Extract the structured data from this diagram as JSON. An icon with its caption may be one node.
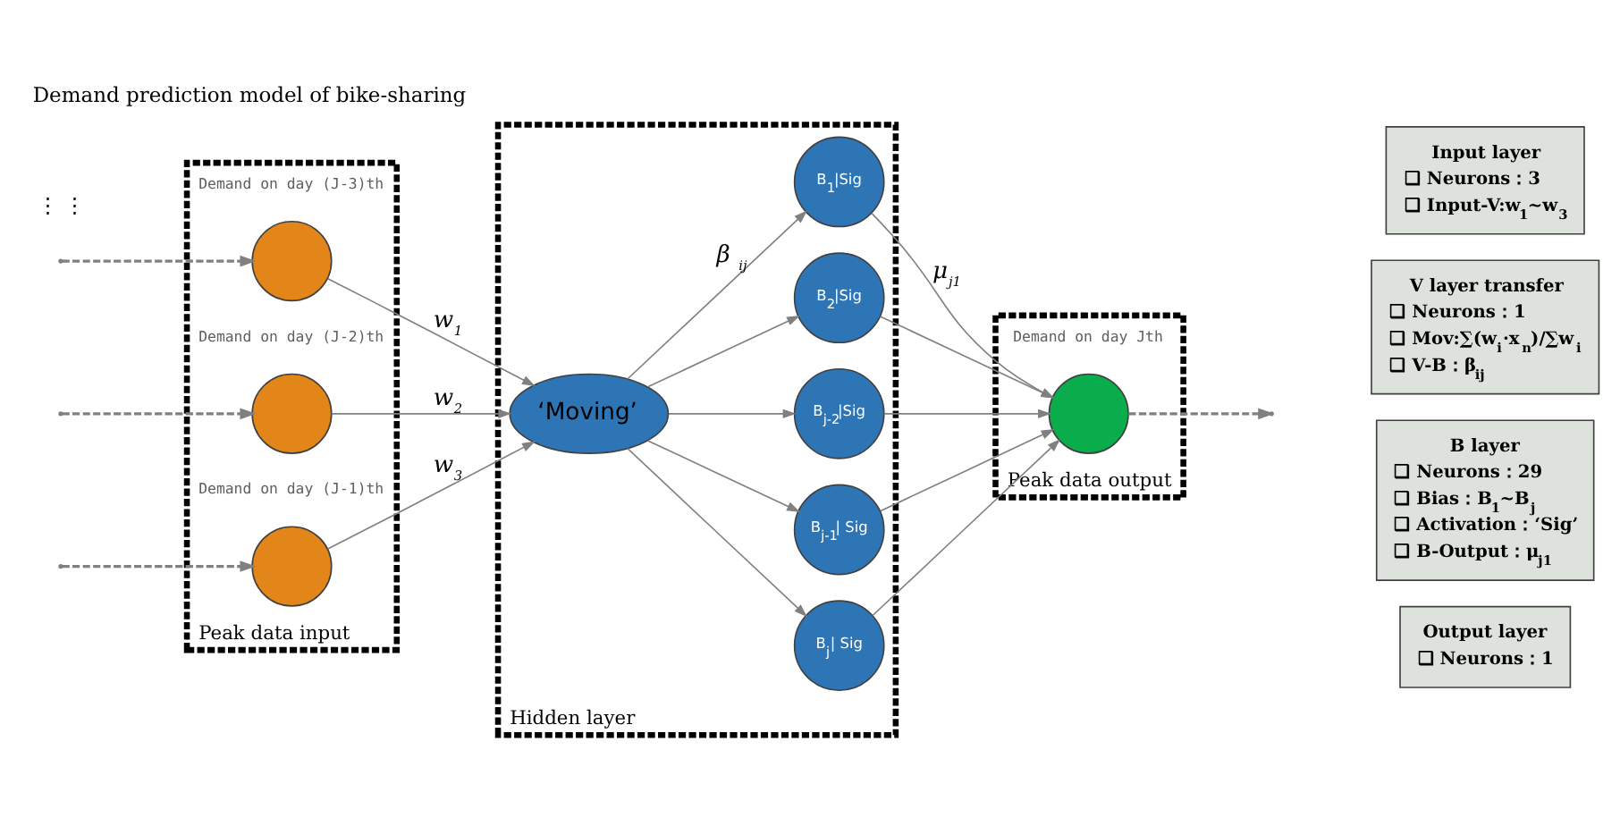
{
  "diagram": {
    "title": "Demand prediction model of bike-sharing",
    "nodes": [
      {
        "text": [
          "Peak data input"
        ]
      },
      {
        "text": [],
        "shape": "circle",
        "in": 0,
        "beside": [
          "Demand on day (J-3)th"
        ]
      },
      {
        "text": [],
        "shape": "circle",
        "in": 0,
        "beside": [
          "Demand on day (J-2)th"
        ]
      },
      {
        "text": [],
        "shape": "circle",
        "in": 0,
        "beside": [
          "Demand on day (J-1)th"
        ]
      },
      {
        "text": [
          "Hidden layer"
        ]
      },
      {
        "text": [
          "‘Moving’"
        ],
        "in": 4
      },
      {
        "text": [
          "B$_{1}$|Sig"
        ],
        "in": 4
      },
      {
        "text": [
          "B$_{2}$|Sig"
        ],
        "in": 4
      },
      {
        "text": [
          "B$_{j-2}$|Sig"
        ],
        "in": 4
      },
      {
        "text": [
          "B$_{j-1}$| Sig"
        ],
        "in": 4
      },
      {
        "text": [
          "B$_{j}$| Sig"
        ],
        "in": 4
      },
      {
        "text": [
          "Peak data output"
        ]
      },
      {
        "text": [],
        "shape": "circle",
        "in": 11,
        "beside": [
          "Demand on day Jth"
        ]
      },
      {
        "text": [
          "Input layer",
          "❑ Neurons：3",
          "❑ Input-V:w$_{1}$~w$_{3}$"
        ]
      },
      {
        "text": [
          "V layer transfer",
          "❑ Neurons：1",
          "❑ Mov:∑(w$_{i}$·x$_{n}$)/∑w$_{i}$",
          "❑ V-B：β$_{ij}$"
        ]
      },
      {
        "text": [
          "B layer",
          "❑ Neurons：29",
          "❑ Bias：B$_{1}$~B$_{j}$",
          "❑ Activation：‘Sig’",
          "❑ B-Output：μ$_{j1}$"
        ]
      },
      {
        "text": [
          "Output layer",
          "❑ Neurons：1"
        ]
      }
    ],
    "edges": [
      {
        "from": null,
        "to": 1,
        "arrow": "to",
        "style": "dashed"
      },
      {
        "from": null,
        "to": 2,
        "arrow": "to",
        "style": "dashed"
      },
      {
        "from": null,
        "to": 3,
        "arrow": "to",
        "style": "dashed"
      },
      {
        "from": 1,
        "to": 5,
        "arrow": "to",
        "label": "w$_{1}$"
      },
      {
        "from": 2,
        "to": 5,
        "arrow": "to",
        "label": "w$_{2}$"
      },
      {
        "from": 3,
        "to": 5,
        "arrow": "to",
        "label": "w$_{3}$"
      },
      {
        "from": 5,
        "to": 6,
        "arrow": "to",
        "label": "β $_{ij}$"
      },
      {
        "from": 5,
        "to": 7,
        "arrow": "to"
      },
      {
        "from": 5,
        "to": 8,
        "arrow": "to"
      },
      {
        "from": 5,
        "to": 9,
        "arrow": "to"
      },
      {
        "from": 5,
        "to": 10,
        "arrow": "to"
      },
      {
        "from": 6,
        "to": 12,
        "arrow": "to",
        "label": "μ$_{j1}$"
      },
      {
        "from": 7,
        "to": 12,
        "arrow": "to"
      },
      {
        "from": 8,
        "to": 12,
        "arrow": "to"
      },
      {
        "from": 9,
        "to": 12,
        "arrow": "to"
      },
      {
        "from": 10,
        "to": 12,
        "arrow": "to"
      },
      {
        "from": 12,
        "to": null,
        "arrow": "to",
        "style": "dashed"
      }
    ],
    "labels": [
      "⋮ ⋮"
    ]
  }
}
